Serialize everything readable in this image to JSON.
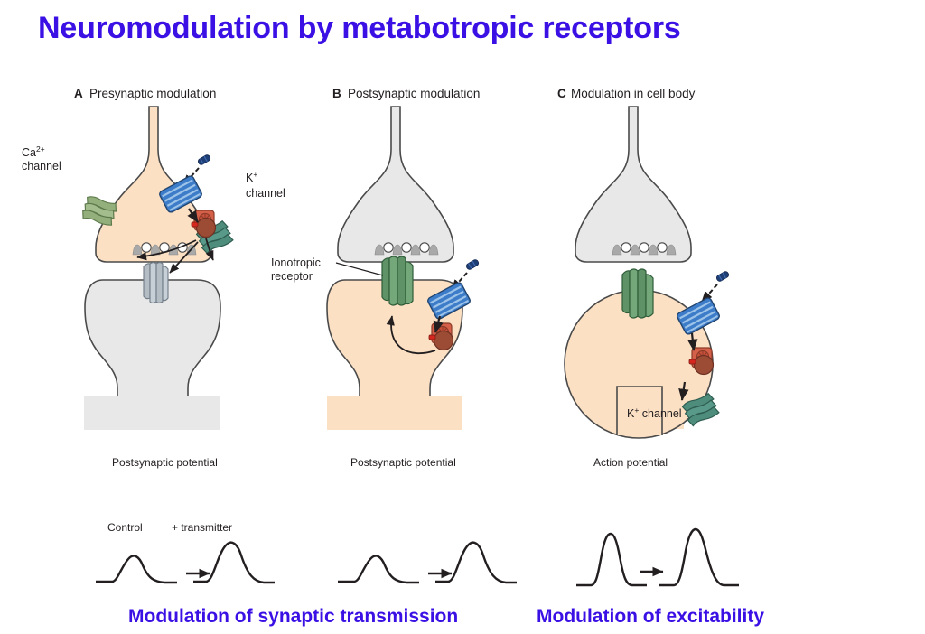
{
  "slide": {
    "title": "Neuromodulation by metabotropic receptors",
    "title_color": "#3a10e5",
    "background": "#ffffff"
  },
  "panels": [
    {
      "letter": "A",
      "title": "Presynaptic modulation",
      "labels": {
        "ca_channel_line1": "Ca",
        "ca_channel_sup": "2+",
        "ca_channel_line2": "channel",
        "k_channel_line1": "K",
        "k_channel_sup": "+",
        "k_channel_line2": "channel"
      },
      "trace_title": "Postsynaptic potential",
      "trace_labels": {
        "before": "Control",
        "after": "+ transmitter"
      }
    },
    {
      "letter": "B",
      "title": "Postsynaptic modulation",
      "labels": {
        "ionotropic_line1": "Ionotropic",
        "ionotropic_line2": "receptor"
      },
      "trace_title": "Postsynaptic potential",
      "trace_labels": {
        "before": "",
        "after": ""
      }
    },
    {
      "letter": "C",
      "title": "Modulation in cell body",
      "labels": {
        "k_channel_line1": "K",
        "k_channel_sup": "+",
        "k_channel_line2": " channel"
      },
      "trace_title": "Action potential",
      "trace_labels": {
        "before": "",
        "after": ""
      }
    }
  ],
  "captions": {
    "left": "Modulation of synaptic transmission",
    "right": "Modulation of excitability"
  },
  "colors": {
    "membrane_peach": "#fbe0c4",
    "membrane_gray": "#e8e8e8",
    "outline": "#4a4a4a",
    "receptor_blue": "#3d7cc9",
    "receptor_blue_dark": "#2a5d9e",
    "transmitter_navy": "#1f3f77",
    "gprotein_alpha": "#d4604a",
    "gprotein_beta": "#9c4b34",
    "k_channel_teal": "#4e8d7c",
    "ca_channel_green": "#8fae79",
    "ionotropic_green": "#5f9367",
    "ion_channel_gray": "#b4bcc4",
    "trace_stroke": "#231f20"
  }
}
